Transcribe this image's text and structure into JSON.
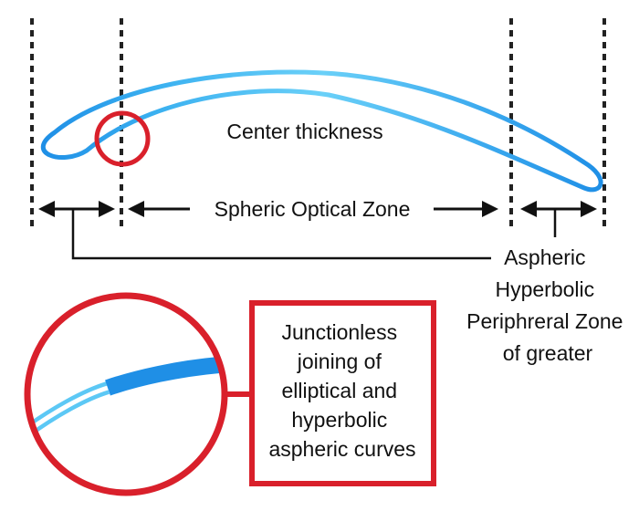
{
  "labels": {
    "center_thickness": "Center thickness",
    "spheric_zone": "Spheric Optical Zone",
    "aspheric_zone_lines": [
      "Aspheric",
      "Hyperbolic",
      "Periphreral Zone",
      "of greater"
    ],
    "junction_box_lines": [
      "Junctionless",
      "joining of",
      "elliptical and",
      "hyperbolic",
      "aspheric curves"
    ]
  },
  "colors": {
    "lens_dark": "#1f8fe6",
    "lens_light": "#5cc8f5",
    "highlight": "#d9202b",
    "text": "#111111",
    "guides": "#222222"
  }
}
